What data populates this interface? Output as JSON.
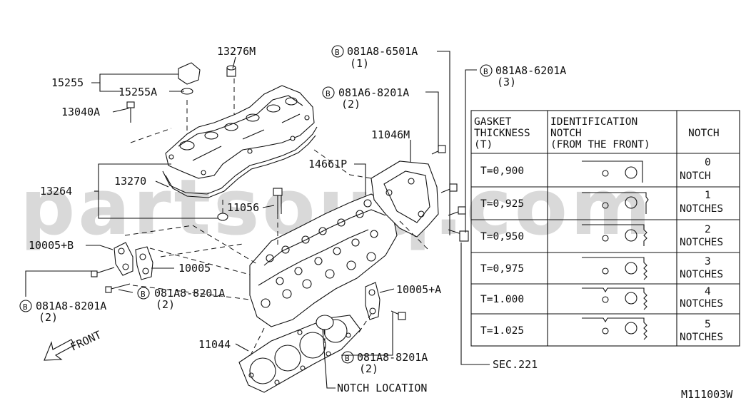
{
  "watermark": "partsouq.com",
  "diagram_id": "M111003W",
  "callouts": {
    "p15255": "15255",
    "p15255A": "15255A",
    "p13040A": "13040A",
    "p13276M": "13276M",
    "p13270": "13270",
    "p13264": "13264",
    "p11056": "11056",
    "p10005B": "10005+B",
    "p10005": "10005",
    "p10005A": "10005+A",
    "p11044": "11044",
    "p14661P": "14661P",
    "p11046M": "11046M",
    "notch_location": "NOTCH LOCATION",
    "sec": "SEC.221",
    "front": "FRONT"
  },
  "bolts": {
    "b1": {
      "code": "081A8-6501A",
      "qty": "(1)"
    },
    "b2": {
      "code": "081A6-8201A",
      "qty": "(2)"
    },
    "b3": {
      "code": "081A8-6201A",
      "qty": "(3)"
    },
    "b4": {
      "code": "081A8-8201A",
      "qty": "(2)"
    },
    "b5": {
      "code": "081A8-8201A",
      "qty": "(2)"
    },
    "b6": {
      "code": "081A8-8201A",
      "qty": "(2)"
    },
    "symbol": "B"
  },
  "table": {
    "headers": {
      "thickness": [
        "GASKET",
        "THICKNESS",
        "(T)"
      ],
      "ident": [
        "IDENTIFICATION",
        "NOTCH",
        "(FROM THE FRONT)"
      ],
      "notch": "NOTCH"
    },
    "rows": [
      {
        "t": "T=0,900",
        "count": "0",
        "unit": "NOTCH"
      },
      {
        "t": "T=0,925",
        "count": "1",
        "unit": "NOTCHES"
      },
      {
        "t": "T=0,950",
        "count": "2",
        "unit": "NOTCHES"
      },
      {
        "t": "T=0,975",
        "count": "3",
        "unit": "NOTCHES"
      },
      {
        "t": "T=1.000",
        "count": "4",
        "unit": "NOTCHES"
      },
      {
        "t": "T=1.025",
        "count": "5",
        "unit": "NOTCHES"
      }
    ]
  }
}
